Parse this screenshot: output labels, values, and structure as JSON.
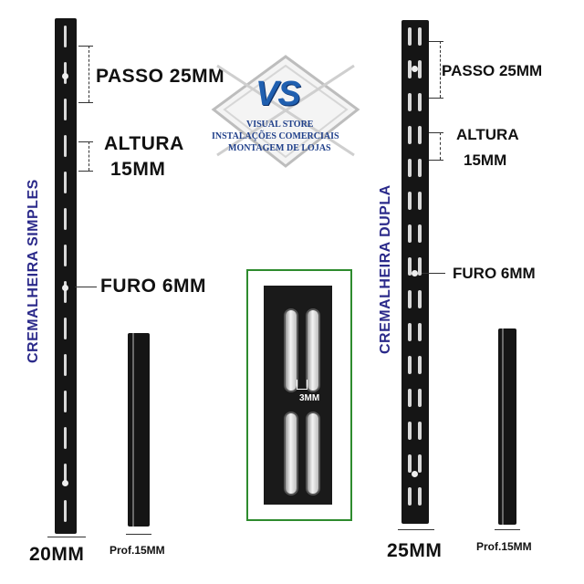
{
  "logo": {
    "monogram": "VS",
    "line1": "VISUAL STORE",
    "line2": "INSTALAÇÕES COMERCIAIS",
    "line3": "MONTAGEM DE LOJAS"
  },
  "left": {
    "vertical_title": "CREMALHEIRA SIMPLES",
    "passo": "PASSO 25MM",
    "altura_1": "ALTURA",
    "altura_2": "15MM",
    "furo": "FURO 6MM",
    "width": "20MM",
    "prof": "Prof.15MM"
  },
  "center": {
    "slot_gap": "3MM"
  },
  "right": {
    "vertical_title": "CREMALHEIRA DUPLA",
    "passo": "PASSO 25MM",
    "altura_1": "ALTURA",
    "altura_2": "15MM",
    "furo": "FURO 6MM",
    "width": "25MM",
    "prof": "Prof.15MM"
  },
  "colors": {
    "title": "#2b2a8a",
    "rail": "#151515",
    "frame": "#2e8b2e",
    "logo_blue": "#1f5fb0"
  }
}
